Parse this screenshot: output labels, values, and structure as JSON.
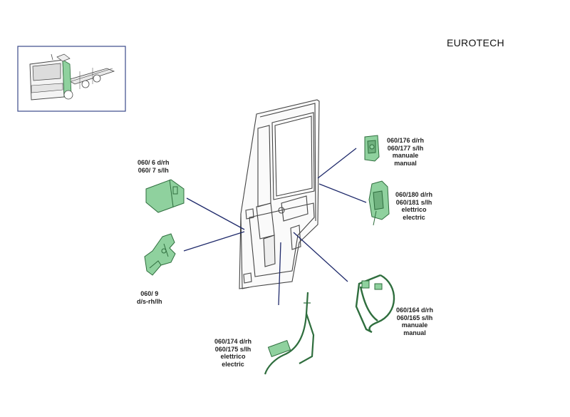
{
  "title": "EUROTECH",
  "colors": {
    "part_fill": "#8fd19e",
    "part_stroke": "#2f6e3e",
    "leader_line": "#1f2a6b",
    "outline": "#444444",
    "thumbnail_border": "#3b4a8a"
  },
  "callouts": [
    {
      "id": "hinge",
      "lines": [
        "060/  6 d/rh",
        "060/  7 s/lh"
      ]
    },
    {
      "id": "lock",
      "lines": [
        "060/  9",
        "d/s-rh/lh"
      ]
    },
    {
      "id": "inner-handle",
      "lines": [
        "060/176 d/rh",
        "060/177 s/lh",
        "manuale",
        "manual"
      ]
    },
    {
      "id": "electric-lock",
      "lines": [
        "060/180 d/rh",
        "060/181 s/lh",
        "elettrico",
        "electric"
      ]
    },
    {
      "id": "manual-regulator",
      "lines": [
        "060/164 d/rh",
        "060/165 s/lh",
        "manuale",
        "manual"
      ]
    },
    {
      "id": "electric-regulator",
      "lines": [
        "060/174 d/rh",
        "060/175 s/lh",
        "elettrico",
        "electric"
      ]
    }
  ]
}
